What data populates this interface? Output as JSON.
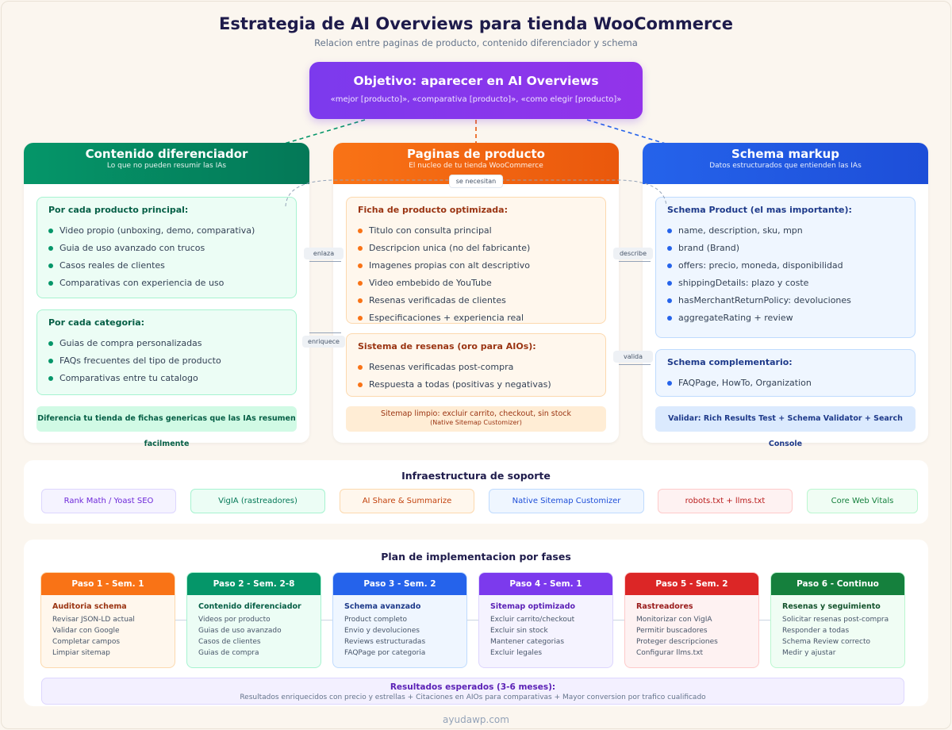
{
  "header": {
    "title": "Estrategia de AI Overviews para tienda WooCommerce",
    "subtitle": "Relacion entre paginas de producto, contenido diferenciador y schema"
  },
  "objective": {
    "title": "Objetivo: aparecer en AI Overviews",
    "subtitle": "«mejor [producto]», «comparativa [producto]», «como elegir [producto]»"
  },
  "colors": {
    "green": "#047857",
    "orange": "#ea580c",
    "blue": "#1d4ed8",
    "purple": "#7c3aed",
    "red": "#dc2626"
  },
  "columns": {
    "content": {
      "title": "Contenido diferenciador",
      "subtitle": "Lo que no pueden resumir las IAs",
      "card1": {
        "title": "Por cada producto principal:",
        "items": [
          "Video propio (unboxing, demo, comparativa)",
          "Guia de uso avanzado con trucos",
          "Casos reales de clientes",
          "Comparativas con experiencia de uso"
        ]
      },
      "card2": {
        "title": "Por cada categoria:",
        "items": [
          "Guias de compra personalizadas",
          "FAQs frecuentes del tipo de producto",
          "Comparativas entre tu catalogo"
        ]
      },
      "footer": "Diferencia tu tienda de fichas genericas que las IAs resumen facilmente"
    },
    "product": {
      "title": "Paginas de producto",
      "subtitle": "El nucleo de tu tienda WooCommerce",
      "card1": {
        "title": "Ficha de producto optimizada:",
        "items": [
          "Titulo con consulta principal",
          "Descripcion unica (no del fabricante)",
          "Imagenes propias con alt descriptivo",
          "Video embebido de YouTube",
          "Resenas verificadas de clientes",
          "Especificaciones + experiencia real"
        ]
      },
      "card2": {
        "title": "Sistema de resenas (oro para AIOs):",
        "items": [
          "Resenas verificadas post-compra",
          "Respuesta a todas (positivas y negativas)"
        ]
      },
      "footer": "Sitemap limpio: excluir carrito, checkout, sin stock",
      "footer_sub": "(Native Sitemap Customizer)"
    },
    "schema": {
      "title": "Schema markup",
      "subtitle": "Datos estructurados que entienden las IAs",
      "card1": {
        "title": "Schema Product (el mas importante):",
        "items": [
          "name, description, sku, mpn",
          "brand (Brand)",
          "offers: precio, moneda, disponibilidad",
          "shippingDetails: plazo y coste",
          "hasMerchantReturnPolicy: devoluciones",
          "aggregateRating + review"
        ]
      },
      "card2": {
        "title": "Schema complementario:",
        "items": [
          "FAQPage, HowTo, Organization"
        ]
      },
      "footer": "Validar: Rich Results Test + Schema Validator + Search Console"
    }
  },
  "connectors": {
    "top": "se necesitan",
    "left1": "enlaza",
    "left2": "enriquece",
    "right1": "describe",
    "right2": "valida"
  },
  "infra": {
    "title": "Infraestructura de soporte",
    "tools": [
      "Rank Math / Yoast SEO",
      "VigIA (rastreadores)",
      "AI Share & Summarize",
      "Native Sitemap Customizer",
      "robots.txt + llms.txt",
      "Core Web Vitals"
    ]
  },
  "plan": {
    "title": "Plan de implementacion por fases",
    "steps": [
      {
        "header": "Paso 1 - Sem. 1",
        "title": "Auditoria schema",
        "items": [
          "Revisar JSON-LD actual",
          "Validar con Google",
          "Completar campos",
          "Limpiar sitemap"
        ]
      },
      {
        "header": "Paso 2 - Sem. 2-8",
        "title": "Contenido diferenciador",
        "items": [
          "Videos por producto",
          "Guias de uso avanzado",
          "Casos de clientes",
          "Guias de compra"
        ]
      },
      {
        "header": "Paso 3 - Sem. 2",
        "title": "Schema avanzado",
        "items": [
          "Product completo",
          "Envio y devoluciones",
          "Reviews estructuradas",
          "FAQPage por categoria"
        ]
      },
      {
        "header": "Paso 4 - Sem. 1",
        "title": "Sitemap optimizado",
        "items": [
          "Excluir carrito/checkout",
          "Excluir sin stock",
          "Mantener categorias",
          "Excluir legales"
        ]
      },
      {
        "header": "Paso 5 - Sem. 2",
        "title": "Rastreadores",
        "items": [
          "Monitorizar con VigIA",
          "Permitir buscadores",
          "Proteger descripciones",
          "Configurar llms.txt"
        ]
      },
      {
        "header": "Paso 6 - Continuo",
        "title": "Resenas y seguimiento",
        "items": [
          "Solicitar resenas post-compra",
          "Responder a todas",
          "Schema Review correcto",
          "Medir y ajustar"
        ]
      }
    ],
    "results_title": "Resultados esperados (3-6 meses):",
    "results_text": "Resultados enriquecidos con precio y estrellas + Citaciones en AIOs para comparativas + Mayor conversion por trafico cualificado"
  },
  "brand": "ayudawp.com"
}
